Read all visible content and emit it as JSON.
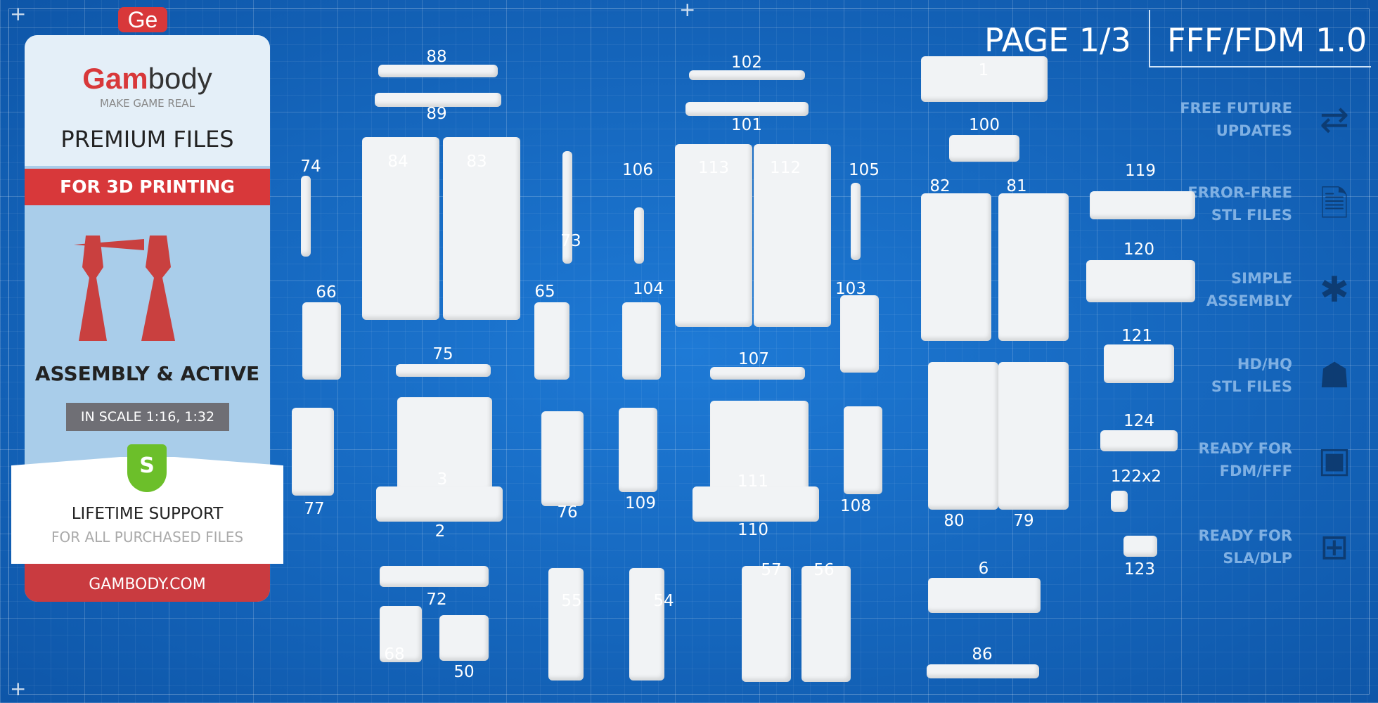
{
  "header": {
    "page": "PAGE 1/3",
    "format": "FFF/FDM 1.0"
  },
  "promo": {
    "logo": "Ge",
    "brand_red": "Gam",
    "brand_dark": "body",
    "tagline": "MAKE GAME REAL",
    "premium": "PREMIUM FILES",
    "for3d": "FOR 3D PRINTING",
    "assembly": "ASSEMBLY & ACTIVE",
    "scale": "IN SCALE 1:16, 1:32",
    "shield": "S",
    "support": "LIFETIME SUPPORT",
    "support_sub": "FOR ALL PURCHASED FILES",
    "website": "GAMBODY.COM"
  },
  "features": [
    {
      "line1": "FREE FUTURE",
      "line2": "UPDATES",
      "icon": "update-icon"
    },
    {
      "line1": "ERROR-FREE",
      "line2": "STL FILES",
      "icon": "file-check-icon"
    },
    {
      "line1": "SIMPLE",
      "line2": "ASSEMBLY",
      "icon": "puzzle-icon"
    },
    {
      "line1": "HD/HQ",
      "line2": "STL FILES",
      "icon": "ironman-icon"
    },
    {
      "line1": "READY FOR",
      "line2": "FDM/FFF",
      "icon": "fdm-printer-icon"
    },
    {
      "line1": "READY FOR",
      "line2": "SLA/DLP",
      "icon": "sla-printer-icon"
    }
  ],
  "parts": [
    "88",
    "89",
    "74",
    "84",
    "83",
    "73",
    "106",
    "113",
    "112",
    "105",
    "102",
    "101",
    "1",
    "100",
    "82",
    "81",
    "119",
    "120",
    "121",
    "124",
    "122x2",
    "123",
    "66",
    "65",
    "104",
    "103",
    "75",
    "107",
    "3",
    "111",
    "77",
    "76",
    "109",
    "108",
    "2",
    "110",
    "80",
    "79",
    "72",
    "55",
    "54",
    "57",
    "56",
    "6",
    "68",
    "50",
    "86"
  ],
  "colors": {
    "background": "#1769c4",
    "brand_red": "#d8383a",
    "feature_text": "#7fb0e3",
    "feature_icon": "#0d3c73"
  }
}
